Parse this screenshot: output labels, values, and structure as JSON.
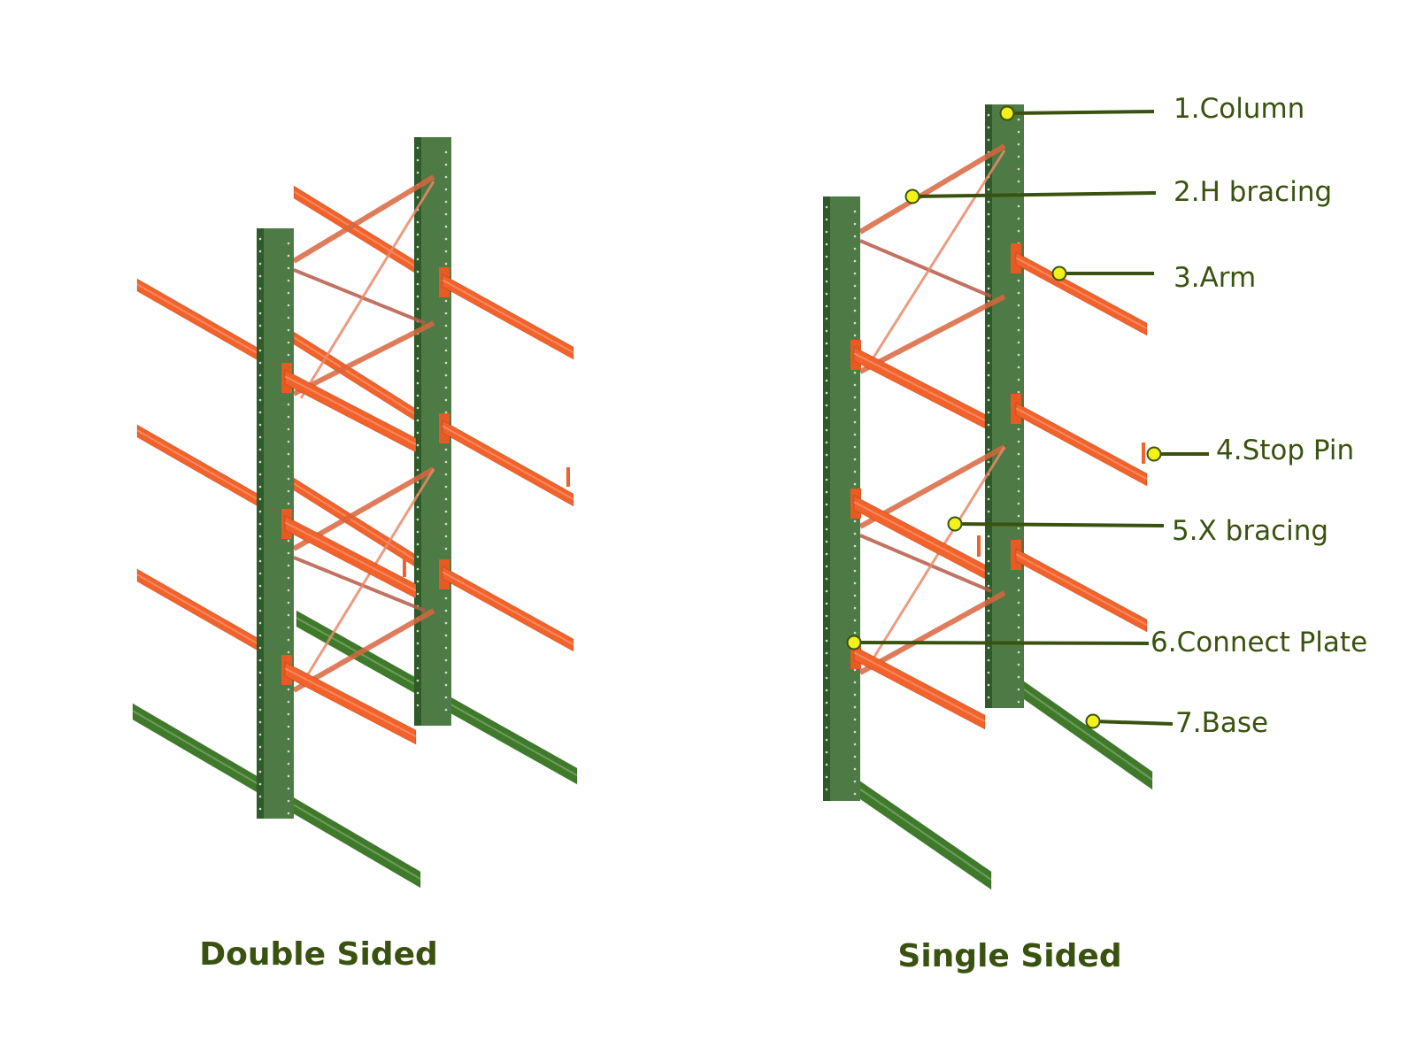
{
  "diagrams": [
    {
      "caption": "Double Sided"
    },
    {
      "caption": "Single Sided"
    }
  ],
  "callouts": [
    {
      "label": "1.Column"
    },
    {
      "label": "2.H bracing"
    },
    {
      "label": "3.Arm"
    },
    {
      "label": "4.Stop Pin"
    },
    {
      "label": "5.X bracing"
    },
    {
      "label": "6.Connect Plate"
    },
    {
      "label": "7.Base"
    }
  ],
  "colors": {
    "column": "#4e7a45",
    "base": "#3f7a2a",
    "arm": "#f2622a",
    "bracing": "#d9663f",
    "text": "#3a5210",
    "callout_dot": "#f2f21a"
  }
}
